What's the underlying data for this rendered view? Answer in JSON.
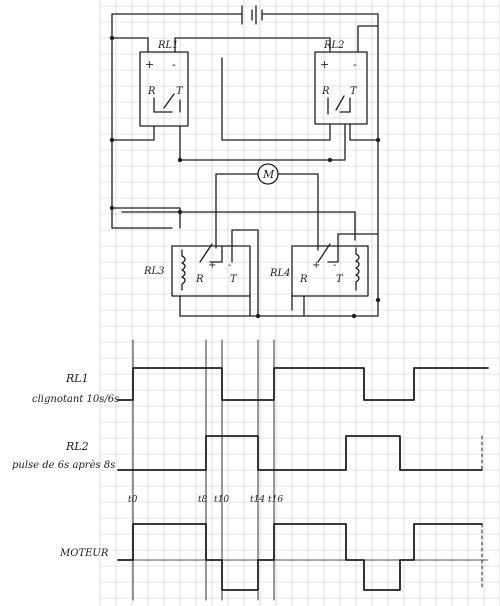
{
  "relays": {
    "rl1": {
      "label": "RL1",
      "plus": "+",
      "minus": "-",
      "r": "R",
      "t": "T"
    },
    "rl2": {
      "label": "RL2",
      "plus": "+",
      "minus": "-",
      "r": "R",
      "t": "T"
    },
    "rl3": {
      "label": "RL3",
      "plus": "+",
      "minus": "-",
      "r": "R",
      "t": "T"
    },
    "rl4": {
      "label": "RL4",
      "plus": "+",
      "minus": "-",
      "r": "R",
      "t": "T"
    }
  },
  "motor": {
    "symbol": "M"
  },
  "timing": {
    "rl1": {
      "name": "RL1",
      "desc": "clignotant 10s/6s"
    },
    "rl2": {
      "name": "RL2",
      "desc": "pulse de 6s après 8s"
    },
    "moteur": {
      "name": "MOTEUR"
    },
    "time_labels": [
      "t0",
      "t8",
      "t10",
      "t14",
      "t16"
    ]
  }
}
